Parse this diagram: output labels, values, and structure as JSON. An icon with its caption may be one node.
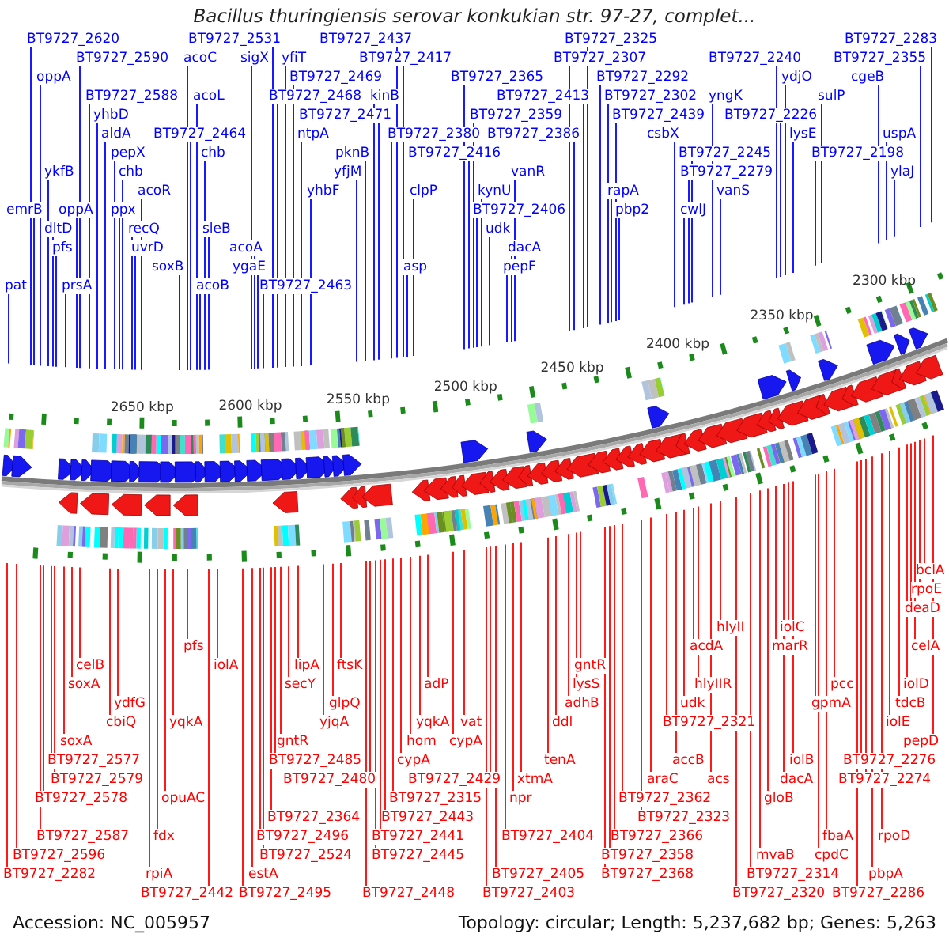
{
  "diagram": {
    "title": "Bacillus thuringiensis serovar konkukian str. 97-27, complet...",
    "nodes": [
      {
        "text": [
          "BT9727_2620"
        ]
      },
      {
        "text": [
          "oppA"
        ]
      },
      {
        "text": [
          "yhbD"
        ]
      },
      {
        "text": [
          "BT9727_2590"
        ]
      },
      {
        "text": [
          "BT9727_2588"
        ]
      },
      {
        "text": [
          "aldA"
        ]
      },
      {
        "text": [
          "pepX"
        ]
      },
      {
        "text": [
          "ykfB"
        ]
      },
      {
        "text": [
          "chb"
        ]
      },
      {
        "text": [
          "yfjM"
        ]
      },
      {
        "text": [
          "yhbF"
        ]
      },
      {
        "text": [
          "emrB"
        ]
      },
      {
        "text": [
          "oppA"
        ]
      },
      {
        "text": [
          "dltD"
        ]
      },
      {
        "text": [
          "recQ"
        ]
      },
      {
        "text": [
          "pfs"
        ]
      },
      {
        "text": [
          "soxB"
        ]
      },
      {
        "text": [
          "uvrD"
        ]
      },
      {
        "text": [
          "prsA"
        ]
      },
      {
        "text": [
          "ppx"
        ]
      },
      {
        "text": [
          "pat"
        ]
      },
      {
        "text": [
          "acoC"
        ]
      },
      {
        "text": [
          "acoL"
        ]
      },
      {
        "text": [
          "BT9727_2531"
        ]
      },
      {
        "text": [
          "chb"
        ]
      },
      {
        "text": [
          "acoR"
        ]
      },
      {
        "text": [
          "clpP"
        ]
      },
      {
        "text": [
          "kynU"
        ]
      },
      {
        "text": [
          "udk"
        ]
      },
      {
        "text": [
          "sleB"
        ]
      },
      {
        "text": [
          "acoA"
        ]
      },
      {
        "text": [
          "ylaJ"
        ]
      },
      {
        "text": [
          "acoB"
        ]
      },
      {
        "text": [
          "ygaE"
        ]
      },
      {
        "text": [
          "sigX"
        ]
      },
      {
        "text": [
          "yfiT"
        ]
      },
      {
        "text": [
          "BT9727_2469"
        ]
      },
      {
        "text": [
          "ntpA"
        ]
      },
      {
        "text": [
          "BT9727_2471"
        ]
      },
      {
        "text": [
          "pknB"
        ]
      },
      {
        "text": [
          "BT9727_2468"
        ]
      },
      {
        "text": [
          "BT9727_2464"
        ]
      },
      {
        "text": [
          "BT9727_2463"
        ]
      },
      {
        "text": [
          "kinB"
        ]
      },
      {
        "text": [
          "BT9727_2417"
        ]
      },
      {
        "text": [
          "BT9727_2439"
        ]
      },
      {
        "text": [
          "BT9727_2416"
        ]
      },
      {
        "text": [
          "BT9727_2437"
        ]
      },
      {
        "text": [
          "BT9727_2413"
        ]
      },
      {
        "text": [
          "BT9727_2406"
        ]
      },
      {
        "text": [
          "asp"
        ]
      },
      {
        "text": [
          "BT9727_2386"
        ]
      },
      {
        "text": [
          "cwlJ"
        ]
      },
      {
        "text": [
          "pepF"
        ]
      },
      {
        "text": [
          "BT9727_2380"
        ]
      },
      {
        "text": [
          "BT9727_2365"
        ]
      },
      {
        "text": [
          "BT9727_2359"
        ]
      },
      {
        "text": [
          "BT9727_2355"
        ]
      },
      {
        "text": [
          "vanR"
        ]
      },
      {
        "text": [
          "vanS"
        ]
      },
      {
        "text": [
          "dacA"
        ]
      },
      {
        "text": [
          "BT9727_2325"
        ]
      },
      {
        "text": [
          "BT9727_2307"
        ]
      },
      {
        "text": [
          "BT9727_2292"
        ]
      },
      {
        "text": [
          "BT9727_2302"
        ]
      },
      {
        "text": [
          "csbX"
        ]
      },
      {
        "text": [
          "BT9727_2283"
        ]
      },
      {
        "text": [
          "BT9727_2279"
        ]
      },
      {
        "text": [
          "pbp2"
        ]
      },
      {
        "text": [
          "rapA"
        ]
      },
      {
        "text": [
          "yngK"
        ]
      },
      {
        "text": [
          "BT9727_2240"
        ]
      },
      {
        "text": [
          "lysE"
        ]
      },
      {
        "text": [
          "BT9727_2226"
        ]
      },
      {
        "text": [
          "BT9727_2245"
        ]
      },
      {
        "text": [
          "ydjO"
        ]
      },
      {
        "text": [
          "sulP"
        ]
      },
      {
        "text": [
          "uspA"
        ]
      },
      {
        "text": [
          "BT9727_2198"
        ]
      },
      {
        "text": [
          "cgeB"
        ]
      },
      {
        "text": [
          "soxA"
        ]
      },
      {
        "text": [
          "BT9727_2578"
        ]
      },
      {
        "text": [
          "soxA"
        ]
      },
      {
        "text": [
          "BT9727_2577"
        ]
      },
      {
        "text": [
          "BT9727_2579"
        ]
      },
      {
        "text": [
          "BT9727_2587"
        ]
      },
      {
        "text": [
          "BT9727_2596"
        ]
      },
      {
        "text": [
          "ydfG"
        ]
      },
      {
        "text": [
          "yqkA"
        ]
      },
      {
        "text": [
          "opuAC"
        ]
      },
      {
        "text": [
          "fdx"
        ]
      },
      {
        "text": [
          "rpiA"
        ]
      },
      {
        "text": [
          "BT9727_2524"
        ]
      },
      {
        "text": [
          "secY"
        ]
      },
      {
        "text": [
          "gntR"
        ]
      },
      {
        "text": [
          "BT9727_2485"
        ]
      },
      {
        "text": [
          "yjqA"
        ]
      },
      {
        "text": [
          "BT9727_2480"
        ]
      },
      {
        "text": [
          "BT9727_2495"
        ]
      },
      {
        "text": [
          "BT9727_2496"
        ]
      },
      {
        "text": [
          "estA"
        ]
      },
      {
        "text": [
          "adP"
        ]
      },
      {
        "text": [
          "glpQ"
        ]
      },
      {
        "text": [
          "cbiQ"
        ]
      },
      {
        "text": [
          "yqkA"
        ]
      },
      {
        "text": [
          "BT9727_2441"
        ]
      },
      {
        "text": [
          "BT9727_2429"
        ]
      },
      {
        "text": [
          "BT9727_2442"
        ]
      },
      {
        "text": [
          "BT9727_2443"
        ]
      },
      {
        "text": [
          "BT9727_2445"
        ]
      },
      {
        "text": [
          "BT9727_2448"
        ]
      },
      {
        "text": [
          "ftsK"
        ]
      },
      {
        "text": [
          "cypA"
        ]
      },
      {
        "text": [
          "vat"
        ]
      },
      {
        "text": [
          "cypA"
        ]
      },
      {
        "text": [
          "lipA"
        ]
      },
      {
        "text": [
          "hom"
        ]
      },
      {
        "text": [
          "ddl"
        ]
      },
      {
        "text": [
          "tenA"
        ]
      },
      {
        "text": [
          "xtmA"
        ]
      },
      {
        "text": [
          "BT9727_2403"
        ]
      },
      {
        "text": [
          "BT9727_2404"
        ]
      },
      {
        "text": [
          "BT9727_2405"
        ]
      },
      {
        "text": [
          "gntR"
        ]
      },
      {
        "text": [
          "lysS"
        ]
      },
      {
        "text": [
          "araC"
        ]
      },
      {
        "text": [
          "adhB"
        ]
      },
      {
        "text": [
          "BT9727_2358"
        ]
      },
      {
        "text": [
          "BT9727_2362"
        ]
      },
      {
        "text": [
          "BT9727_2364"
        ]
      },
      {
        "text": [
          "BT9727_2366"
        ]
      },
      {
        "text": [
          "BT9727_2368"
        ]
      },
      {
        "text": [
          "pfs"
        ]
      },
      {
        "text": [
          "npr"
        ]
      },
      {
        "text": [
          "acdA"
        ]
      },
      {
        "text": [
          "pcc"
        ]
      },
      {
        "text": [
          "udk"
        ]
      },
      {
        "text": [
          "gloB"
        ]
      },
      {
        "text": [
          "hlyII"
        ]
      },
      {
        "text": [
          "hlyIIR"
        ]
      },
      {
        "text": [
          "BT9727_2321"
        ]
      },
      {
        "text": [
          "accB"
        ]
      },
      {
        "text": [
          "acs"
        ]
      },
      {
        "text": [
          "BT9727_2315"
        ]
      },
      {
        "text": [
          "BT9727_2323"
        ]
      },
      {
        "text": [
          "mvaB"
        ]
      },
      {
        "text": [
          "BT9727_2314"
        ]
      },
      {
        "text": [
          "BT9727_2320"
        ]
      },
      {
        "text": [
          "iolC"
        ]
      },
      {
        "text": [
          "iolA"
        ]
      },
      {
        "text": [
          "iolD"
        ]
      },
      {
        "text": [
          "iolE"
        ]
      },
      {
        "text": [
          "iolB"
        ]
      },
      {
        "text": [
          "dacA"
        ]
      },
      {
        "text": [
          "fbaA"
        ]
      },
      {
        "text": [
          "cpdC"
        ]
      },
      {
        "text": [
          "marR"
        ]
      },
      {
        "text": [
          "gpmA"
        ]
      },
      {
        "text": [
          "pepD"
        ]
      },
      {
        "text": [
          "BT9727_2274"
        ]
      },
      {
        "text": [
          "BT9727_2276"
        ]
      },
      {
        "text": [
          "BT9727_2282"
        ]
      },
      {
        "text": [
          "BT9727_2286"
        ]
      },
      {
        "text": [
          "rpoD"
        ]
      },
      {
        "text": [
          "pbpA"
        ]
      },
      {
        "text": [
          "deaD"
        ]
      },
      {
        "text": [
          "rpoE"
        ]
      },
      {
        "text": [
          "bclA"
        ]
      },
      {
        "text": [
          "celA"
        ]
      },
      {
        "text": [
          "celB"
        ]
      },
      {
        "text": [
          "tdcB"
        ]
      }
    ],
    "edges": [
      {
        "from": 0,
        "to": null,
        "arrow": "none",
        "color": "#0000ff"
      },
      {
        "from": 1,
        "to": null,
        "arrow": "none",
        "color": "#0000ff"
      },
      {
        "from": 2,
        "to": null,
        "arrow": "none",
        "color": "#0000ff"
      },
      {
        "from": 3,
        "to": null,
        "arrow": "none",
        "color": "#0000ff"
      },
      {
        "from": 4,
        "to": null,
        "arrow": "none",
        "color": "#0000ff"
      },
      {
        "from": 5,
        "to": null,
        "arrow": "none",
        "color": "#0000ff"
      },
      {
        "from": 6,
        "to": null,
        "arrow": "none",
        "color": "#0000ff"
      },
      {
        "from": 7,
        "to": null,
        "arrow": "none",
        "color": "#0000ff"
      },
      {
        "from": 8,
        "to": null,
        "arrow": "none",
        "color": "#0000ff"
      },
      {
        "from": 9,
        "to": null,
        "arrow": "none",
        "color": "#0000ff"
      },
      {
        "from": 10,
        "to": null,
        "arrow": "none",
        "color": "#0000ff"
      },
      {
        "from": 11,
        "to": null,
        "arrow": "none",
        "color": "#0000ff"
      },
      {
        "from": 12,
        "to": null,
        "arrow": "none",
        "color": "#0000ff"
      },
      {
        "from": 13,
        "to": null,
        "arrow": "none",
        "color": "#0000ff"
      },
      {
        "from": 14,
        "to": null,
        "arrow": "none",
        "color": "#0000ff"
      },
      {
        "from": 15,
        "to": null,
        "arrow": "none",
        "color": "#0000ff"
      },
      {
        "from": 16,
        "to": null,
        "arrow": "none",
        "color": "#0000ff"
      },
      {
        "from": 17,
        "to": null,
        "arrow": "none",
        "color": "#0000ff"
      },
      {
        "from": 18,
        "to": null,
        "arrow": "none",
        "color": "#0000ff"
      },
      {
        "from": 19,
        "to": null,
        "arrow": "none",
        "color": "#0000ff"
      },
      {
        "from": 20,
        "to": null,
        "arrow": "none",
        "color": "#0000ff"
      },
      {
        "from": 21,
        "to": null,
        "arrow": "none",
        "color": "#0000ff"
      },
      {
        "from": 22,
        "to": null,
        "arrow": "none",
        "color": "#0000ff"
      },
      {
        "from": 23,
        "to": null,
        "arrow": "none",
        "color": "#0000ff"
      },
      {
        "from": 24,
        "to": null,
        "arrow": "none",
        "color": "#0000ff"
      },
      {
        "from": 25,
        "to": null,
        "arrow": "none",
        "color": "#0000ff"
      },
      {
        "from": 26,
        "to": null,
        "arrow": "none",
        "color": "#0000ff"
      },
      {
        "from": 27,
        "to": null,
        "arrow": "none",
        "color": "#0000ff"
      },
      {
        "from": 28,
        "to": null,
        "arrow": "none",
        "color": "#0000ff"
      },
      {
        "from": 29,
        "to": null,
        "arrow": "none",
        "color": "#0000ff"
      },
      {
        "from": 30,
        "to": null,
        "arrow": "none",
        "color": "#0000ff"
      },
      {
        "from": 31,
        "to": null,
        "arrow": "none",
        "color": "#0000ff"
      },
      {
        "from": 32,
        "to": null,
        "arrow": "none",
        "color": "#0000ff"
      },
      {
        "from": 33,
        "to": null,
        "arrow": "none",
        "color": "#0000ff"
      },
      {
        "from": 34,
        "to": null,
        "arrow": "none",
        "color": "#0000ff"
      },
      {
        "from": 35,
        "to": null,
        "arrow": "none",
        "color": "#0000ff"
      },
      {
        "from": 36,
        "to": null,
        "arrow": "none",
        "color": "#0000ff"
      },
      {
        "from": 37,
        "to": null,
        "arrow": "none",
        "color": "#0000ff"
      },
      {
        "from": 38,
        "to": null,
        "arrow": "none",
        "color": "#0000ff"
      },
      {
        "from": 39,
        "to": null,
        "arrow": "none",
        "color": "#0000ff"
      },
      {
        "from": 40,
        "to": null,
        "arrow": "none",
        "color": "#0000ff"
      },
      {
        "from": 41,
        "to": null,
        "arrow": "none",
        "color": "#0000ff"
      },
      {
        "from": 42,
        "to": null,
        "arrow": "none",
        "color": "#0000ff"
      },
      {
        "from": 43,
        "to": null,
        "arrow": "none",
        "color": "#0000ff"
      },
      {
        "from": 44,
        "to": null,
        "arrow": "none",
        "color": "#0000ff"
      },
      {
        "from": 45,
        "to": null,
        "arrow": "none",
        "color": "#0000ff"
      },
      {
        "from": 46,
        "to": null,
        "arrow": "none",
        "color": "#0000ff"
      },
      {
        "from": 47,
        "to": null,
        "arrow": "none",
        "color": "#0000ff"
      },
      {
        "from": 48,
        "to": null,
        "arrow": "none",
        "color": "#0000ff"
      },
      {
        "from": 49,
        "to": null,
        "arrow": "none",
        "color": "#0000ff"
      },
      {
        "from": 50,
        "to": null,
        "arrow": "none",
        "color": "#0000ff"
      },
      {
        "from": 51,
        "to": null,
        "arrow": "none",
        "color": "#0000ff"
      },
      {
        "from": 52,
        "to": null,
        "arrow": "none",
        "color": "#0000ff"
      },
      {
        "from": 53,
        "to": null,
        "arrow": "none",
        "color": "#0000ff"
      },
      {
        "from": 54,
        "to": null,
        "arrow": "none",
        "color": "#0000ff"
      },
      {
        "from": 55,
        "to": null,
        "arrow": "none",
        "color": "#0000ff"
      },
      {
        "from": 56,
        "to": null,
        "arrow": "none",
        "color": "#0000ff"
      },
      {
        "from": 57,
        "to": null,
        "arrow": "none",
        "color": "#0000ff"
      },
      {
        "from": 58,
        "to": null,
        "arrow": "none",
        "color": "#0000ff"
      },
      {
        "from": 59,
        "to": null,
        "arrow": "none",
        "color": "#0000ff"
      },
      {
        "from": 60,
        "to": null,
        "arrow": "none",
        "color": "#0000ff"
      },
      {
        "from": 61,
        "to": null,
        "arrow": "none",
        "color": "#0000ff"
      },
      {
        "from": 62,
        "to": null,
        "arrow": "none",
        "color": "#0000ff"
      },
      {
        "from": 63,
        "to": null,
        "arrow": "none",
        "color": "#0000ff"
      },
      {
        "from": 64,
        "to": null,
        "arrow": "none",
        "color": "#0000ff"
      },
      {
        "from": 65,
        "to": null,
        "arrow": "none",
        "color": "#0000ff"
      },
      {
        "from": 66,
        "to": null,
        "arrow": "none",
        "color": "#0000ff"
      },
      {
        "from": 67,
        "to": null,
        "arrow": "none",
        "color": "#0000ff"
      },
      {
        "from": 68,
        "to": null,
        "arrow": "none",
        "color": "#0000ff"
      },
      {
        "from": 69,
        "to": null,
        "arrow": "none",
        "color": "#0000ff"
      },
      {
        "from": 70,
        "to": null,
        "arrow": "none",
        "color": "#0000ff"
      },
      {
        "from": 71,
        "to": null,
        "arrow": "none",
        "color": "#0000ff"
      },
      {
        "from": 72,
        "to": null,
        "arrow": "none",
        "color": "#0000ff"
      },
      {
        "from": 73,
        "to": null,
        "arrow": "none",
        "color": "#0000ff"
      },
      {
        "from": 74,
        "to": null,
        "arrow": "none",
        "color": "#0000ff"
      },
      {
        "from": 75,
        "to": null,
        "arrow": "none",
        "color": "#0000ff"
      },
      {
        "from": 76,
        "to": null,
        "arrow": "none",
        "color": "#0000ff"
      },
      {
        "from": 77,
        "to": null,
        "arrow": "none",
        "color": "#0000ff"
      },
      {
        "from": 78,
        "to": null,
        "arrow": "none",
        "color": "#0000ff"
      },
      {
        "from": 79,
        "to": null,
        "arrow": "none",
        "color": "#0000ff"
      },
      {
        "from": 80,
        "to": null,
        "arrow": "none"
      },
      {
        "from": 81,
        "to": null,
        "arrow": "none"
      },
      {
        "from": 82,
        "to": null,
        "arrow": "none"
      },
      {
        "from": 83,
        "to": null,
        "arrow": "none"
      },
      {
        "from": 84,
        "to": null,
        "arrow": "none"
      },
      {
        "from": 85,
        "to": null,
        "arrow": "none"
      },
      {
        "from": 86,
        "to": null,
        "arrow": "none"
      },
      {
        "from": 87,
        "to": null,
        "arrow": "none"
      },
      {
        "from": 88,
        "to": null,
        "arrow": "none"
      },
      {
        "from": 89,
        "to": null,
        "arrow": "none"
      },
      {
        "from": 90,
        "to": null,
        "arrow": "none"
      },
      {
        "from": 91,
        "to": null,
        "arrow": "none"
      },
      {
        "from": 92,
        "to": null,
        "arrow": "none"
      },
      {
        "from": 93,
        "to": null,
        "arrow": "none"
      },
      {
        "from": 94,
        "to": null,
        "arrow": "none"
      },
      {
        "from": 95,
        "to": null,
        "arrow": "none"
      },
      {
        "from": 96,
        "to": null,
        "arrow": "none"
      },
      {
        "from": 97,
        "to": null,
        "arrow": "none"
      },
      {
        "from": 98,
        "to": null,
        "arrow": "none"
      },
      {
        "from": 99,
        "to": null,
        "arrow": "none"
      },
      {
        "from": 100,
        "to": null,
        "arrow": "none"
      },
      {
        "from": 101,
        "to": null,
        "arrow": "none"
      },
      {
        "from": 102,
        "to": null,
        "arrow": "none"
      },
      {
        "from": 103,
        "to": null,
        "arrow": "none"
      },
      {
        "from": 104,
        "to": null,
        "arrow": "none"
      },
      {
        "from": 105,
        "to": null,
        "arrow": "none"
      },
      {
        "from": 106,
        "to": null,
        "arrow": "none"
      },
      {
        "from": 107,
        "to": null,
        "arrow": "none"
      },
      {
        "from": 108,
        "to": null,
        "arrow": "none"
      },
      {
        "from": 109,
        "to": null,
        "arrow": "none"
      },
      {
        "from": 110,
        "to": null,
        "arrow": "none"
      },
      {
        "from": 111,
        "to": null,
        "arrow": "none"
      },
      {
        "from": 112,
        "to": null,
        "arrow": "none"
      },
      {
        "from": 113,
        "to": null,
        "arrow": "none"
      },
      {
        "from": 114,
        "to": null,
        "arrow": "none"
      },
      {
        "from": 115,
        "to": null,
        "arrow": "none"
      },
      {
        "from": 116,
        "to": null,
        "arrow": "none"
      },
      {
        "from": 117,
        "to": null,
        "arrow": "none"
      },
      {
        "from": 118,
        "to": null,
        "arrow": "none"
      },
      {
        "from": 119,
        "to": null,
        "arrow": "none"
      },
      {
        "from": 120,
        "to": null,
        "arrow": "none"
      },
      {
        "from": 121,
        "to": null,
        "arrow": "none"
      },
      {
        "from": 122,
        "to": null,
        "arrow": "none"
      },
      {
        "from": 123,
        "to": null,
        "arrow": "none"
      },
      {
        "from": 124,
        "to": null,
        "arrow": "none"
      },
      {
        "from": 125,
        "to": null,
        "arrow": "none"
      },
      {
        "from": 126,
        "to": null,
        "arrow": "none"
      },
      {
        "from": 127,
        "to": null,
        "arrow": "none"
      },
      {
        "from": 128,
        "to": null,
        "arrow": "none"
      },
      {
        "from": 129,
        "to": null,
        "arrow": "none"
      },
      {
        "from": 130,
        "to": null,
        "arrow": "none"
      },
      {
        "from": 131,
        "to": null,
        "arrow": "none"
      },
      {
        "from": 132,
        "to": null,
        "arrow": "none"
      },
      {
        "from": 133,
        "to": null,
        "arrow": "none"
      },
      {
        "from": 134,
        "to": null,
        "arrow": "none"
      },
      {
        "from": 135,
        "to": null,
        "arrow": "none"
      },
      {
        "from": 136,
        "to": null,
        "arrow": "none"
      },
      {
        "from": 137,
        "to": null,
        "arrow": "none"
      },
      {
        "from": 138,
        "to": null,
        "arrow": "none"
      },
      {
        "from": 139,
        "to": null,
        "arrow": "none"
      },
      {
        "from": 140,
        "to": null,
        "arrow": "none"
      },
      {
        "from": 141,
        "to": null,
        "arrow": "none"
      },
      {
        "from": 142,
        "to": null,
        "arrow": "none"
      },
      {
        "from": 143,
        "to": null,
        "arrow": "none"
      },
      {
        "from": 144,
        "to": null,
        "arrow": "none"
      },
      {
        "from": 145,
        "to": null,
        "arrow": "none"
      },
      {
        "from": 146,
        "to": null,
        "arrow": "none"
      },
      {
        "from": 147,
        "to": null,
        "arrow": "none"
      },
      {
        "from": 148,
        "to": null,
        "arrow": "none"
      },
      {
        "from": 149,
        "to": null,
        "arrow": "none"
      },
      {
        "from": 150,
        "to": null,
        "arrow": "none"
      },
      {
        "from": 151,
        "to": null,
        "arrow": "none"
      },
      {
        "from": 152,
        "to": null,
        "arrow": "none"
      },
      {
        "from": 153,
        "to": null,
        "arrow": "none"
      },
      {
        "from": 154,
        "to": null,
        "arrow": "none"
      },
      {
        "from": 155,
        "to": null,
        "arrow": "none"
      },
      {
        "from": 156,
        "to": null,
        "arrow": "none"
      },
      {
        "from": 157,
        "to": null,
        "arrow": "none"
      },
      {
        "from": 158,
        "to": null,
        "arrow": "none"
      },
      {
        "from": 159,
        "to": null,
        "arrow": "none"
      },
      {
        "from": 160,
        "to": null,
        "arrow": "none"
      },
      {
        "from": 161,
        "to": null,
        "arrow": "none"
      },
      {
        "from": 162,
        "to": null,
        "arrow": "none"
      },
      {
        "from": 163,
        "to": null,
        "arrow": "none"
      },
      {
        "from": 164,
        "to": null,
        "arrow": "none"
      },
      {
        "from": 165,
        "to": null,
        "arrow": "none"
      },
      {
        "from": 166,
        "to": null,
        "arrow": "none"
      },
      {
        "from": 167,
        "to": null,
        "arrow": "none"
      },
      {
        "from": 168,
        "to": null,
        "arrow": "none"
      },
      {
        "from": 169,
        "to": null,
        "arrow": "none"
      },
      {
        "from": 170,
        "to": null,
        "arrow": "none"
      }
    ],
    "labels": [
      "2650 kbp",
      "2600 kbp",
      "2550 kbp",
      "2500 kbp",
      "2450 kbp",
      "2400 kbp",
      "2350 kbp",
      "2300 kbp",
      "Accession: NC_005957",
      "Topology: circular; Length: 5,237,682 bp; Genes: 5,263"
    ]
  }
}
